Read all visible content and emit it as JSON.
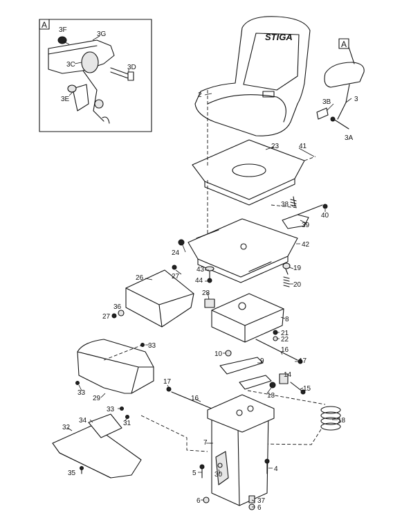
{
  "detail_box_letter": "A",
  "callout_letter": "A",
  "brand_text": "STIGA",
  "labels": {
    "p2": "2",
    "p3": "3",
    "p3A": "3A",
    "p3B": "3B",
    "p3C": "3C",
    "p3D": "3D",
    "p3E": "3E",
    "p3F": "3F",
    "p3G": "3G",
    "p4": "4",
    "p5": "5",
    "p6a": "6",
    "p6b": "6",
    "p7": "7",
    "p8": "8",
    "p9": "9",
    "p10": "10",
    "p13": "13",
    "p14": "14",
    "p15": "15",
    "p16a": "16",
    "p16b": "16",
    "p17a": "17",
    "p17b": "17",
    "p18": "18",
    "p19": "19",
    "p20": "20",
    "p21": "21",
    "p22": "22",
    "p23": "23",
    "p24": "24",
    "p26": "26",
    "p27a": "27",
    "p27b": "27",
    "p28": "28",
    "p29": "29",
    "p30": "30",
    "p31": "31",
    "p32": "32",
    "p33a": "33",
    "p33b": "33",
    "p33c": "33",
    "p34": "34",
    "p35": "35",
    "p36": "36",
    "p37": "37",
    "p38": "38",
    "p39": "39",
    "p40": "40",
    "p41": "41",
    "p42": "42",
    "p43": "43",
    "p44": "44"
  }
}
